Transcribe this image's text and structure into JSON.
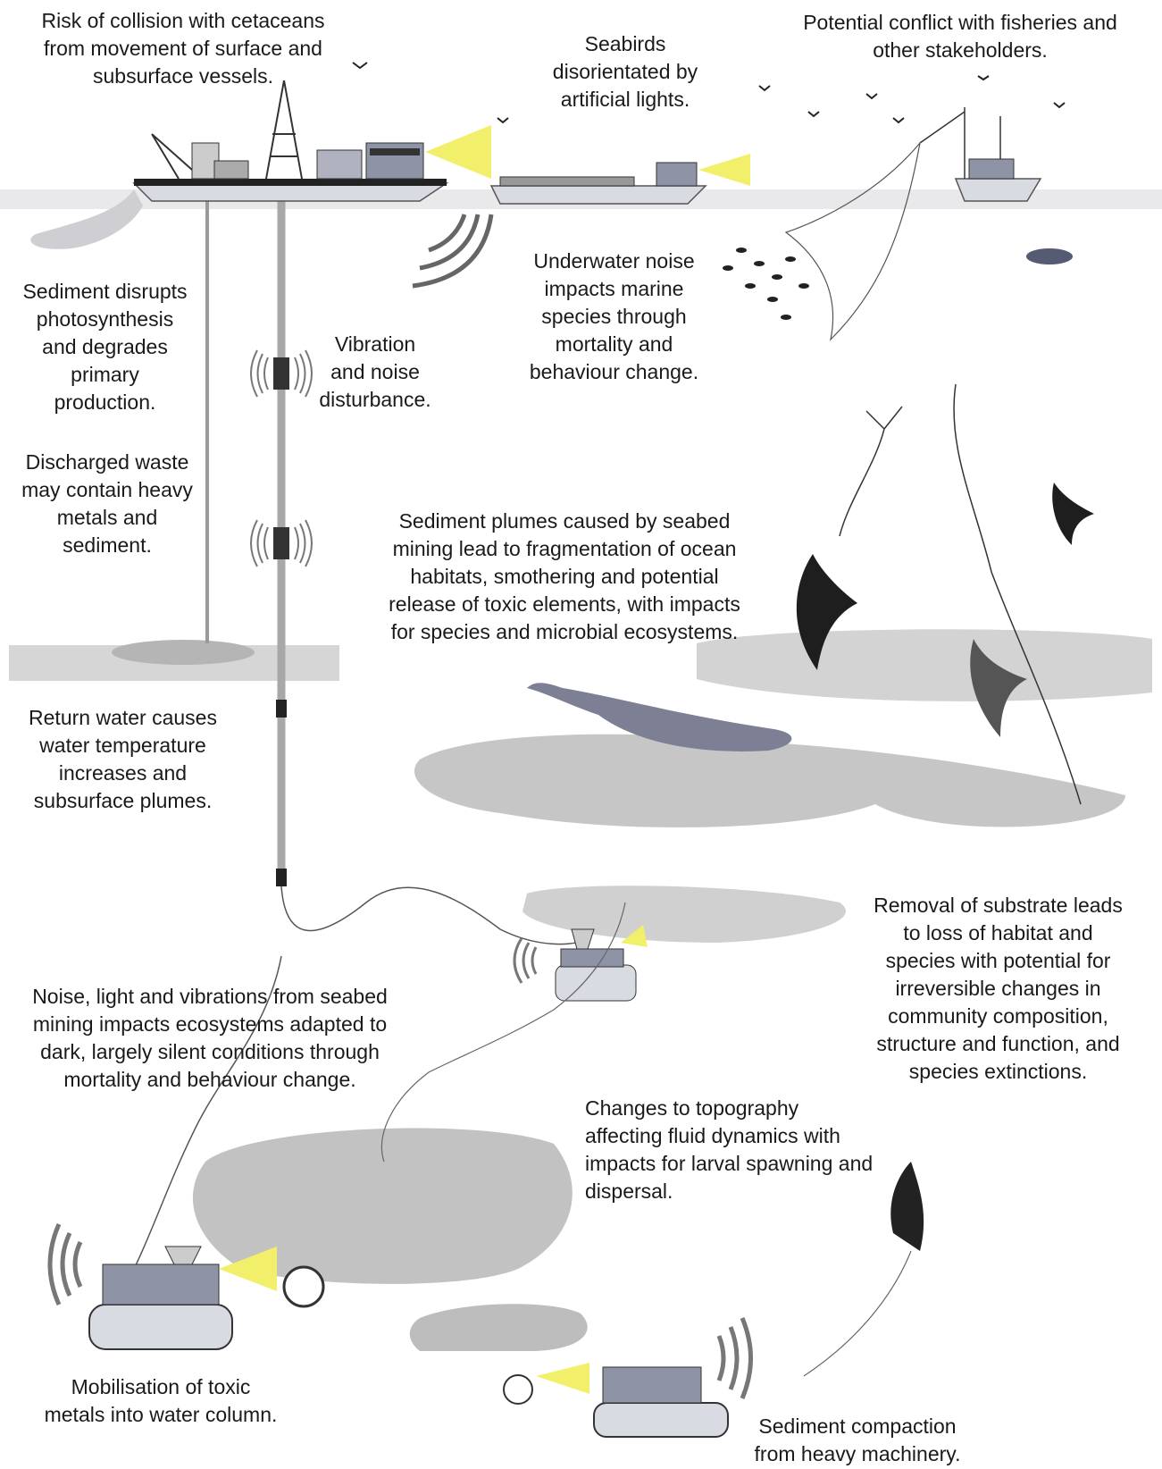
{
  "annotations": {
    "cetaceans_collision": "Risk of collision with cetaceans\nfrom movement of surface and\nsubsurface vessels.",
    "seabirds": "Seabirds\ndisorientated by\nartificial lights.",
    "fisheries_conflict": "Potential conflict with fisheries and\nother stakeholders.",
    "sediment_photosynthesis": "Sediment disrupts\nphotosynthesis\nand degrades\nprimary\nproduction.",
    "vibration_noise": "Vibration\nand noise\ndisturbance.",
    "underwater_noise": "Underwater noise\nimpacts marine\nspecies through\nmortality and\nbehaviour change.",
    "discharged_waste": "Discharged waste\nmay contain heavy\nmetals and\nsediment.",
    "sediment_plumes": "Sediment plumes caused by seabed\nmining lead to fragmentation of ocean\nhabitats, smothering and potential\nrelease of toxic elements, with impacts\nfor species and microbial ecosystems.",
    "return_water": "Return water causes\nwater temperature\nincreases and\nsubsurface plumes.",
    "substrate_removal": "Removal of substrate leads\nto loss of habitat and\nspecies with potential for\nirreversible changes in\ncommunity composition,\nstructure and function, and\nspecies extinctions.",
    "noise_light_vibration": "Noise, light and vibrations from seabed\nmining impacts ecosystems adapted to\ndark, largely silent conditions through\nmortality and behaviour change.",
    "topography": "Changes to topography\naffecting fluid dynamics with\nimpacts for larval spawning and\ndispersal.",
    "toxic_metals": "Mobilisation of toxic\nmetals into water column.",
    "compaction": "Sediment compaction\nfrom heavy machinery."
  },
  "colors": {
    "plume": "#c8c8c8",
    "plume_dark": "#a9a9a9",
    "light_beam": "#f2ef6a",
    "vessel": "#8f93a6",
    "hull": "#d9dbe2",
    "ink": "#1a1a1a"
  }
}
